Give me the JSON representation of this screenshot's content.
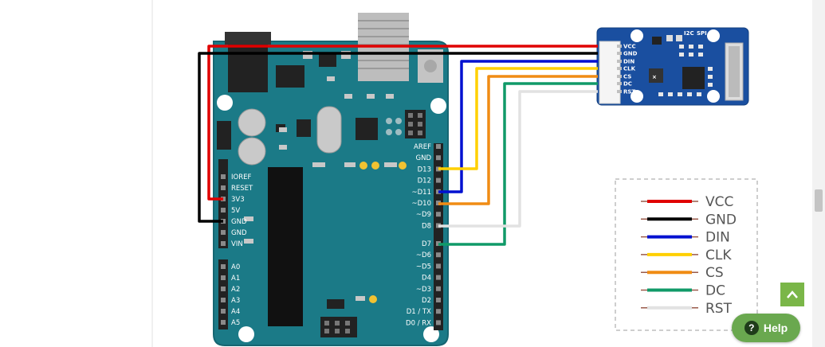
{
  "board": {
    "right_header": [
      "AREF",
      "GND",
      "D13",
      "D12",
      "~D11",
      "~D10",
      "~D9",
      "D8"
    ],
    "right_lower": [
      "D7",
      "~D6",
      "~D5",
      "D4",
      "~D3",
      "D2",
      "D1 / TX",
      "D0 / RX"
    ],
    "left_power": [
      "IOREF",
      "RESET",
      "3V3",
      "5V",
      "GND",
      "GND",
      "VIN"
    ],
    "left_analog": [
      "A0",
      "A1",
      "A2",
      "A3",
      "A4",
      "A5"
    ]
  },
  "module": {
    "pins": [
      "VCC",
      "GND",
      "DIN",
      "CLK",
      "CS",
      "DC",
      "RST"
    ],
    "i2c_label": "I2C",
    "spi_label": "SPI"
  },
  "legend": {
    "items": [
      {
        "label": "VCC",
        "color": "#e00000"
      },
      {
        "label": "GND",
        "color": "#000000"
      },
      {
        "label": "DIN",
        "color": "#0010d0"
      },
      {
        "label": "CLK",
        "color": "#ffd000"
      },
      {
        "label": "CS",
        "color": "#f08c14"
      },
      {
        "label": "DC",
        "color": "#109a68"
      },
      {
        "label": "RST",
        "color": "#e2e2e2"
      }
    ]
  },
  "ui": {
    "help_label": "Help"
  },
  "colors": {
    "board": "#1b7a87",
    "module": "#1a4fa0"
  }
}
